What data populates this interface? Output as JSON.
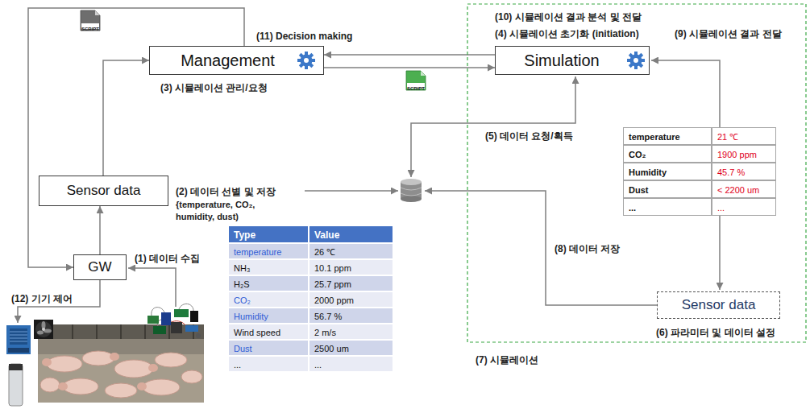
{
  "diagram": {
    "nodes": [
      {
        "text": [
          "Management"
        ]
      },
      {
        "text": [
          "Simulation"
        ]
      },
      {
        "text": [
          "Sensor data"
        ]
      },
      {
        "text": [
          "GW"
        ]
      },
      {
        "text": [
          "Sensor data"
        ]
      }
    ],
    "edges": [
      {
        "from": 2,
        "to": 0,
        "arrow": "to"
      },
      {
        "from": 0,
        "to": 3,
        "arrow": "to"
      },
      {
        "from": 0,
        "to": 1,
        "arrow": "to"
      },
      {
        "from": 1,
        "to": 0,
        "arrow": "to"
      },
      {
        "from": 3,
        "to": 2,
        "arrow": "to"
      }
    ],
    "labels": [
      "(11) Decision making",
      "SCRIPT",
      "(3) 시뮬레이션 관리/요청",
      "SCRIPT",
      "(10) 시뮬레이션 결과 분석 및 전달",
      "(4) 시뮬레이션 초기화 (initiation)",
      "(9) 시뮬레이션 결과 전달",
      "(2) 데이터 선별 및 저장",
      "{temperature, CO₂, humidity, dust)",
      "(5) 데이터 요청/획득",
      "(8) 데이터 저장",
      "(1) 데이터 수집",
      "(12) 기기 제어",
      "(6) 파라미터 및 데이터 설정",
      "(7) 시뮬레이션",
      "temperature",
      "21 ℃",
      "CO₂",
      "1900 ppm",
      "Humidity",
      "45.7 %",
      "Dust",
      "< 2200 um",
      "...",
      "...",
      "Type",
      "Value",
      "temperature",
      "26 ℃",
      "NH₃",
      "10.1 ppm",
      "H₂S",
      "25.7 ppm",
      "CO₂",
      "2000 ppm",
      "Humidity",
      "56.7 %",
      "Wind speed",
      "2 m/s",
      "Dust",
      "2500 um",
      "...",
      "..."
    ]
  }
}
